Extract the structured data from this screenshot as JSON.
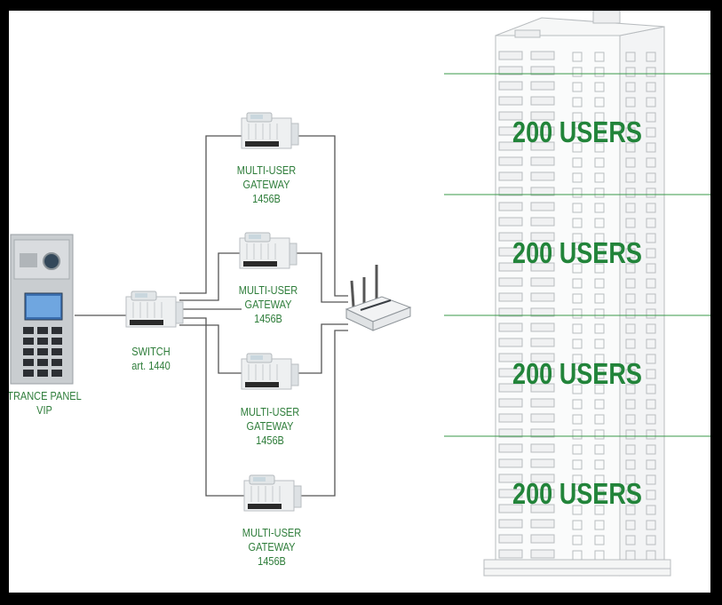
{
  "entrance_panel": {
    "line1": "TRANCE PANEL",
    "line2": "VIP"
  },
  "switch": {
    "line1": "SWITCH",
    "line2": "art. 1440"
  },
  "gateways": [
    {
      "line1": "MULTI-USER",
      "line2": "GATEWAY",
      "line3": "1456B"
    },
    {
      "line1": "MULTI-USER",
      "line2": "GATEWAY",
      "line3": "1456B"
    },
    {
      "line1": "MULTI-USER",
      "line2": "GATEWAY",
      "line3": "1456B"
    },
    {
      "line1": "MULTI-USER",
      "line2": "GATEWAY",
      "line3": "1456B"
    }
  ],
  "building_zones": [
    {
      "label": "200 USERS"
    },
    {
      "label": "200 USERS"
    },
    {
      "label": "200 USERS"
    },
    {
      "label": "200 USERS"
    }
  ],
  "colors": {
    "text_green": "#2e7d3a",
    "users_green": "#22843a",
    "divider_green": "#3a9a4a",
    "wire": "#555555"
  }
}
